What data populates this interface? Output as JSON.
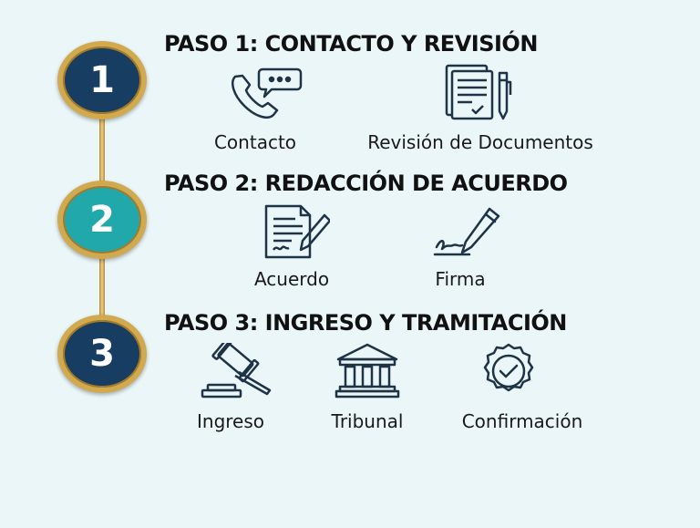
{
  "steps": [
    {
      "number": "1",
      "title": "PASO 1: CONTACTO Y REVISIÓN",
      "color": "#173d63",
      "items": [
        {
          "label": "Contacto",
          "icon": "phone-chat-icon"
        },
        {
          "label": "Revisión de Documentos",
          "icon": "documents-pen-icon"
        }
      ]
    },
    {
      "number": "2",
      "title": "PASO 2: REDACCIÓN DE ACUERDO",
      "color": "#20a8ab",
      "items": [
        {
          "label": "Acuerdo",
          "icon": "document-pen-icon"
        },
        {
          "label": "Firma",
          "icon": "signature-pen-icon"
        }
      ]
    },
    {
      "number": "3",
      "title": "PASO 3: INGRESO Y TRAMITACIÓN",
      "color": "#173d63",
      "items": [
        {
          "label": "Ingreso",
          "icon": "gavel-icon"
        },
        {
          "label": "Tribunal",
          "icon": "courthouse-icon"
        },
        {
          "label": "Confirmación",
          "icon": "check-badge-icon"
        }
      ]
    }
  ]
}
